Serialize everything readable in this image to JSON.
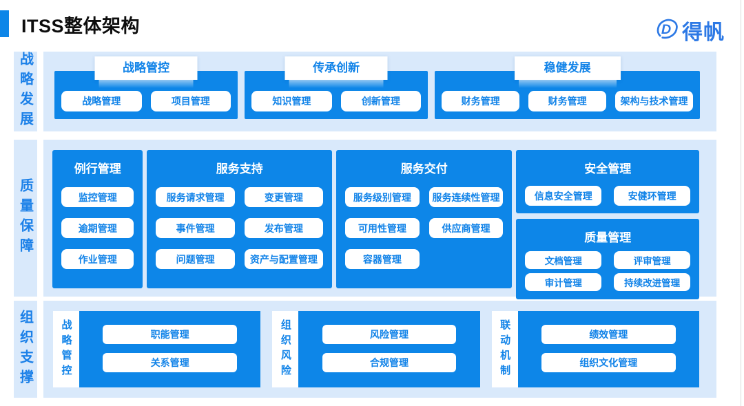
{
  "header": {
    "title": "ITSS整体架构",
    "brand": "得帆"
  },
  "colors": {
    "primary_blue": "#0d86e8",
    "light_blue_bg": "#d9e9fb",
    "blue_text": "#1183e8",
    "brand_blue": "#2d79e5"
  },
  "sections": [
    {
      "label": "战略发展",
      "groups": [
        {
          "title": "战略管控",
          "items": [
            "战略管理",
            "项目管理"
          ]
        },
        {
          "title": "传承创新",
          "items": [
            "知识管理",
            "创新管理"
          ]
        },
        {
          "title": "稳健发展",
          "items": [
            "财务管理",
            "财务管理",
            "架构与技术管理"
          ]
        }
      ]
    },
    {
      "label": "质量保障",
      "panels": [
        {
          "title": "例行管理",
          "columns": [
            [
              "监控管理",
              "逾期管理",
              "作业管理"
            ]
          ]
        },
        {
          "title": "服务支持",
          "columns": [
            [
              "服务请求管理",
              "事件管理",
              "问题管理"
            ],
            [
              "变更管理",
              "发布管理",
              "资产与配置管理"
            ]
          ]
        },
        {
          "title": "服务交付",
          "columns": [
            [
              "服务级别管理",
              "可用性管理",
              "容器管理"
            ],
            [
              "服务连续性管理",
              "供应商管理"
            ]
          ]
        },
        {
          "title": "安全管理",
          "items": [
            "信息安全管理",
            "安健环管理"
          ]
        },
        {
          "title": "质量管理",
          "items": [
            "文档管理",
            "评审管理",
            "审计管理",
            "持续改进管理"
          ]
        }
      ]
    },
    {
      "label": "组织支撑",
      "groups": [
        {
          "title": "战略管控",
          "items": [
            "职能管理",
            "关系管理"
          ]
        },
        {
          "title": "组织风险",
          "items": [
            "风险管理",
            "合规管理"
          ]
        },
        {
          "title": "联动机制",
          "items": [
            "绩效管理",
            "组织文化管理"
          ]
        }
      ]
    }
  ]
}
